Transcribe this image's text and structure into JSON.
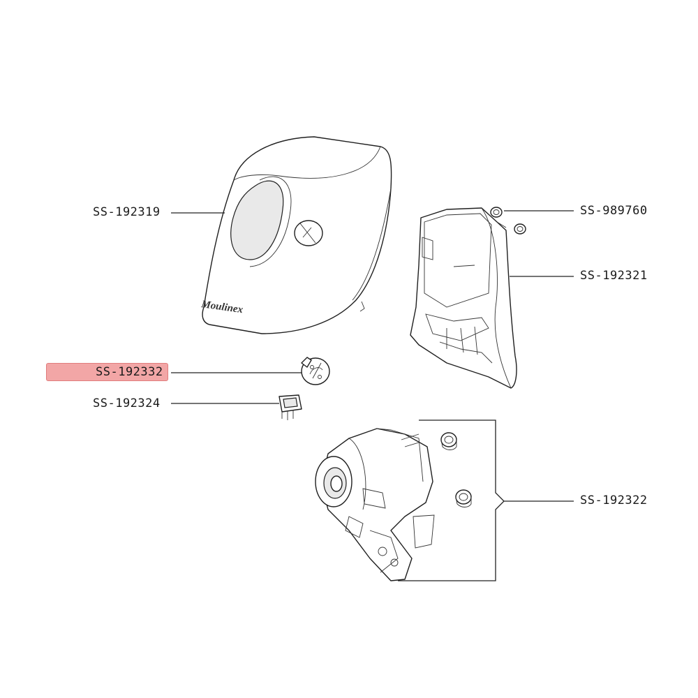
{
  "labels": {
    "l1": "SS-192319",
    "l2": "SS-192332",
    "l3": "SS-192324",
    "r1": "SS-989760",
    "r2": "SS-192321",
    "r3": "SS-192322"
  },
  "highlight": {
    "label": "SS-192332",
    "color": "#f2a6a6"
  },
  "brand_logo_text": "Moulinex"
}
